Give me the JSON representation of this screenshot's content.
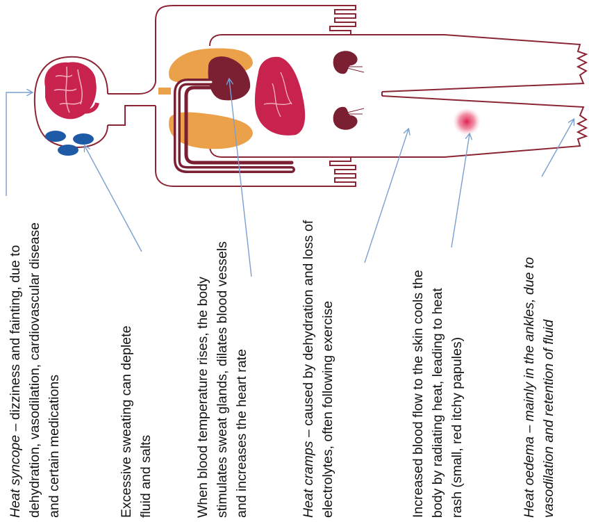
{
  "captions": {
    "heat_syncope": {
      "term": "Heat syncope",
      "text": " – dizziness and fainting, due to dehydration, vasodilation, cardiovascular disease and certain medications"
    },
    "excessive_sweating": {
      "text": "Excessive sweating can deplete fluid and  salts"
    },
    "blood_temperature": {
      "text": "When blood temperature rises, the body stimulates sweat glands, dilates blood vessels and increases the heart rate"
    },
    "heat_cramps": {
      "term": "Heat cramps",
      "text": " – caused by dehydration and loss of electrolytes, often following exercise"
    },
    "heat_rash": {
      "text": "Increased blood flow to the skin cools the body by radiating heat, leading to heat rash (small, red itchy papules)"
    },
    "heat_oedema": {
      "term": "Heat oedema",
      "text": " – mainly in the ankles, due to vasodilation and retention of fluid"
    }
  },
  "colors": {
    "outline": "#8b2535",
    "brain": "#c8234e",
    "sweat_glands": "#1f5aa6",
    "lungs": "#eba04a",
    "heart": "#7b1f33",
    "liver": "#c8234e",
    "kidneys": "#7b1f33",
    "rash": "#e0204f",
    "arrows": "#7a9fcf"
  }
}
